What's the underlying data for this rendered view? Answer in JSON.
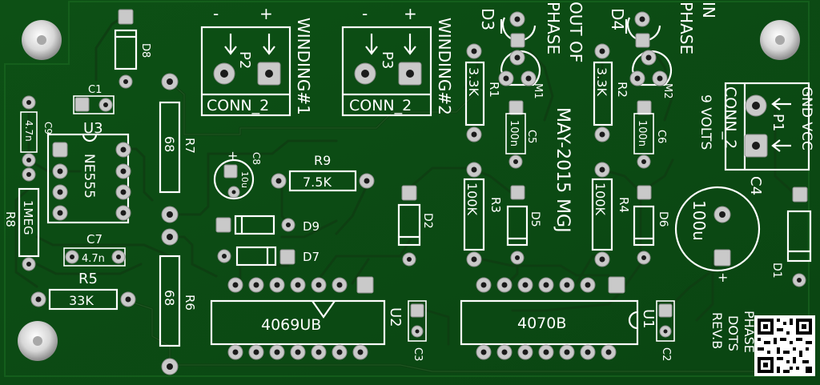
{
  "colors": {
    "board": "#0b4a13",
    "board_edge": "#09200b",
    "silkscreen": "#ffffff",
    "pad": "#c9c9c9",
    "mount_hole": "#dedede"
  },
  "board_text": {
    "date": "MAY-2015 MGJ",
    "phase_dots": "PHASE",
    "phase_dots_2": "DOTS",
    "revision": "REV.B"
  },
  "connectors": {
    "p1": {
      "ref": "P1",
      "value": "CONN_2",
      "label": "9 VOLTS",
      "pins": "GND VCC"
    },
    "p2": {
      "ref": "P2",
      "value": "CONN_2",
      "label": "WINDING#1",
      "minus": "-",
      "plus": "+"
    },
    "p3": {
      "ref": "P3",
      "value": "CONN_2",
      "label": "WINDING#2",
      "minus": "-",
      "plus": "+"
    }
  },
  "leds": {
    "d3": {
      "ref": "D3",
      "label_1": "OUT OF",
      "label_2": "PHASE"
    },
    "d4": {
      "ref": "D4",
      "label_1": "IN",
      "label_2": "PHASE"
    }
  },
  "ics": {
    "u1": {
      "ref": "U1",
      "value": "4070B"
    },
    "u2": {
      "ref": "U2",
      "value": "4069UB"
    },
    "u3": {
      "ref": "U3",
      "value": "NE555"
    }
  },
  "resistors": {
    "r1": {
      "ref": "R1",
      "value": "3.3K"
    },
    "r2": {
      "ref": "R2",
      "value": "3.3K"
    },
    "r3": {
      "ref": "R3",
      "value": "100K"
    },
    "r4": {
      "ref": "R4",
      "value": "100K"
    },
    "r5": {
      "ref": "R5",
      "value": "33K"
    },
    "r6": {
      "ref": "R6",
      "value": "68"
    },
    "r7": {
      "ref": "R7",
      "value": "68"
    },
    "r8": {
      "ref": "R8",
      "value": "1MEG"
    },
    "r9": {
      "ref": "R9",
      "value": "7.5K"
    }
  },
  "capacitors": {
    "c1": {
      "ref": "C1"
    },
    "c2": {
      "ref": "C2"
    },
    "c3": {
      "ref": "C3"
    },
    "c4": {
      "ref": "C4",
      "value": "100u"
    },
    "c5": {
      "ref": "C5",
      "value": "100n"
    },
    "c6": {
      "ref": "C6",
      "value": "100n"
    },
    "c7": {
      "ref": "C7",
      "value": "4.7n"
    },
    "c8": {
      "ref": "C8",
      "value": "10u"
    },
    "c9": {
      "ref": "C9",
      "value": "4.7n"
    }
  },
  "diodes": {
    "d1": {
      "ref": "D1"
    },
    "d2": {
      "ref": "D2"
    },
    "d5": {
      "ref": "D5"
    },
    "d6": {
      "ref": "D6"
    },
    "d7": {
      "ref": "D7"
    },
    "d8": {
      "ref": "D8"
    },
    "d9": {
      "ref": "D9"
    }
  },
  "transistors": {
    "m1": {
      "ref": "M1"
    },
    "m2": {
      "ref": "M2"
    }
  },
  "polarity": {
    "plus": "+",
    "minus": "-"
  }
}
